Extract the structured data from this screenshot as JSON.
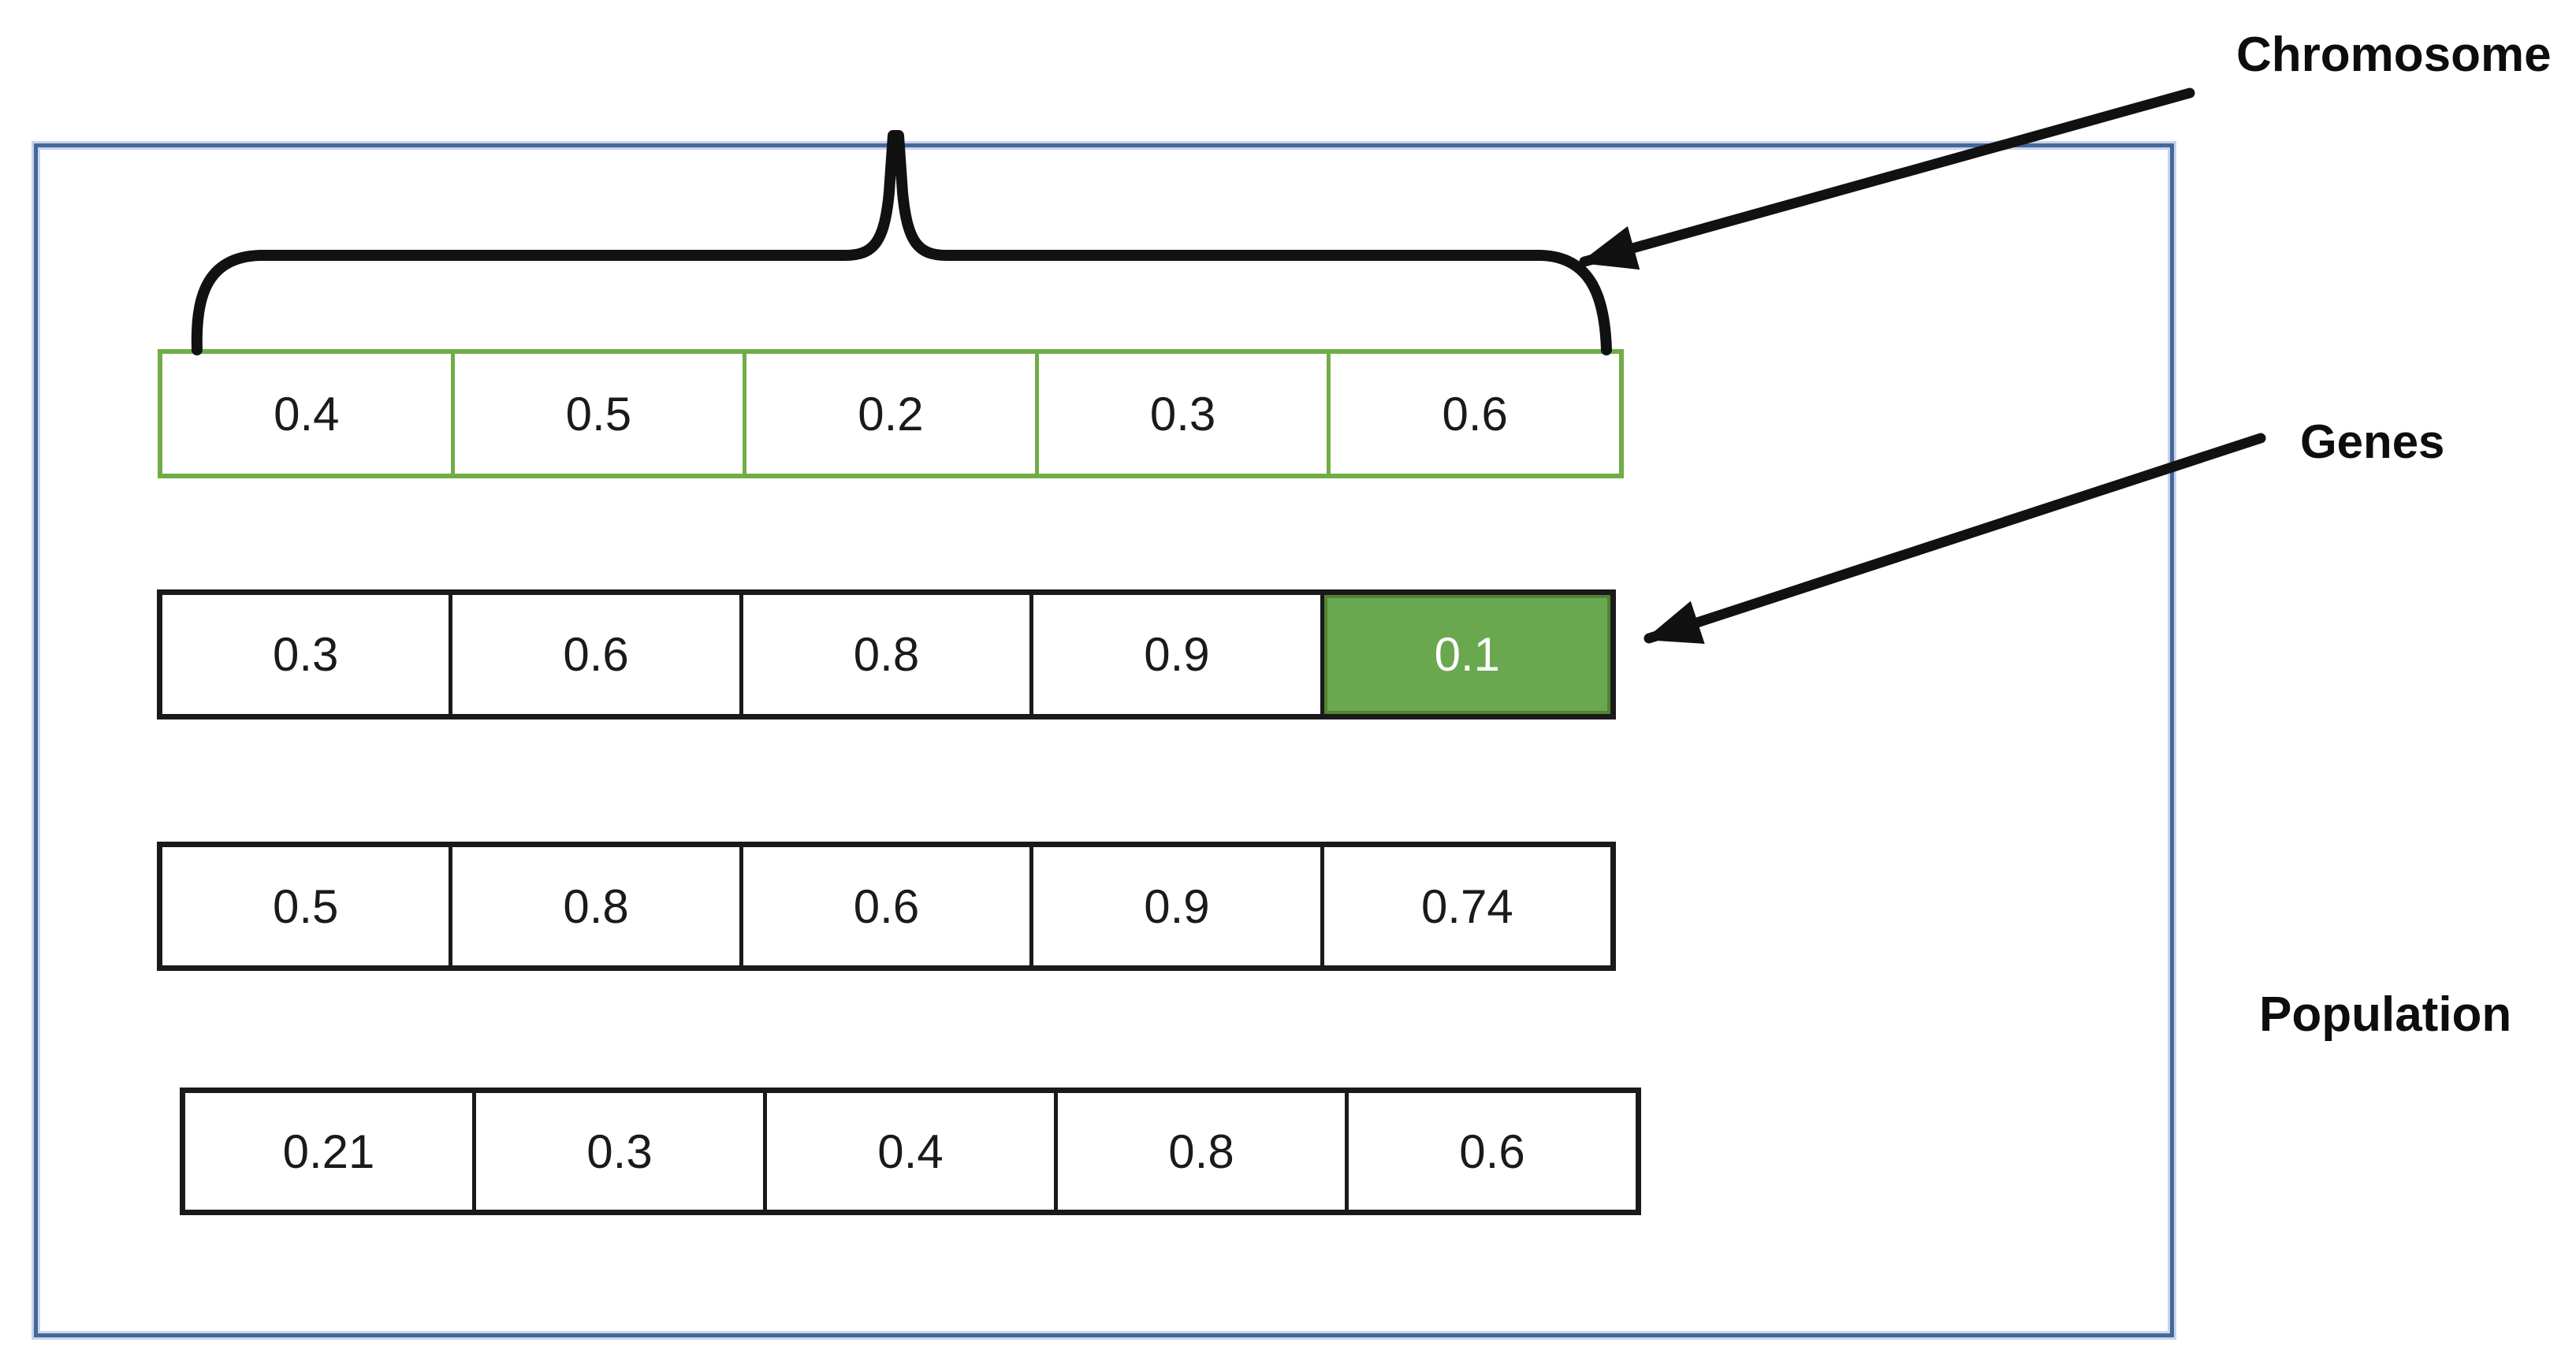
{
  "diagram": {
    "labels": {
      "chromosome": "Chromosome",
      "genes": "Genes",
      "population": "Population"
    },
    "population_box": {
      "rows": [
        {
          "style": "green-outline",
          "cells": [
            "0.4",
            "0.5",
            "0.2",
            "0.3",
            "0.6"
          ]
        },
        {
          "style": "black-outline",
          "highlighted_cell_index": 4,
          "cells": [
            "0.3",
            "0.6",
            "0.8",
            "0.9",
            "0.1"
          ]
        },
        {
          "style": "black-outline",
          "cells": [
            "0.5",
            "0.8",
            "0.6",
            "0.9",
            "0.74"
          ]
        },
        {
          "style": "black-outline",
          "cells": [
            "0.21",
            "0.3",
            "0.4",
            "0.8",
            "0.6"
          ]
        }
      ]
    },
    "colors": {
      "box_border_blue": "#44679C",
      "box_border_halo": "#C9D4E9",
      "row_outline_green": "#70AD47",
      "highlight_fill_green": "#6AA84F",
      "highlight_border_green": "#548235",
      "highlight_text": "#FFFFFF",
      "row_outline_black": "#1A1A1A",
      "annotation_black": "#111111"
    },
    "icons": {
      "brace": "curly-brace-up",
      "chromosome_arrow": "arrow-pointing-down-left",
      "genes_arrow": "arrow-pointing-down-left"
    }
  }
}
